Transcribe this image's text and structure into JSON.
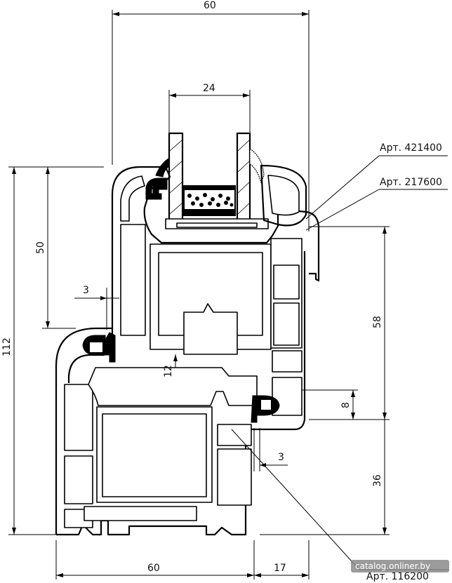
{
  "dimensions": {
    "top_width": "60",
    "glass_width": "24",
    "total_height": "112",
    "sash_height": "50",
    "gap_left": "3",
    "overlap_12": "12",
    "frame_58": "58",
    "small_8": "8",
    "bottom_36": "36",
    "gap_right": "3",
    "bottom_60": "60",
    "bottom_17": "17"
  },
  "references": {
    "ref1": "Арт. 421400",
    "ref2": "Арт. 217600",
    "ref3": "Арт. 116200"
  },
  "watermark": "catalog.onliner.by",
  "colors": {
    "line": "#000000",
    "background": "#ffffff",
    "watermark_bg": "#8a8a8a"
  }
}
